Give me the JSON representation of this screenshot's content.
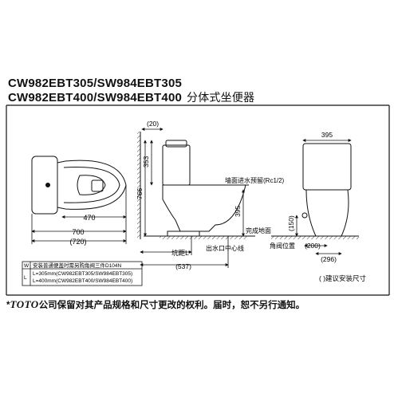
{
  "title": {
    "line1": "CW982EBT305/SW984EBT305",
    "line2_model": "CW982EBT400/SW984EBT400",
    "line2_name": "分体式坐便器"
  },
  "dims": {
    "top_20": "(20)",
    "tank_353": "353",
    "height_766": "766",
    "seat_470": "470",
    "bowl_700": "700",
    "bowl_720": "(720)",
    "rough_537": "(537)",
    "hole_395": "395",
    "side_395": "395",
    "valve_150": "(150)",
    "valve_200": "(200)",
    "base_296": "(296)"
  },
  "labels": {
    "wall_inlet": "墙面进水预留(Rc1/2)",
    "floor": "完成地面",
    "outlet_center": "出水口中心线",
    "rough_in": "坑距L",
    "valve_pos": "角阀位置"
  },
  "note_table": {
    "row1_key": "W",
    "row1_text": "安装普通便盖时需另购角阀三件D104N",
    "row2_key": "L",
    "row2_a": "L=305mm(CW982EBT305/SW984EBT305)",
    "row2_b": "L=400mm(CW982EBT400/SW984EBT400)"
  },
  "recommended": "(  )建议安装尺寸",
  "footer": {
    "star": "*",
    "brand": "TOTO",
    "text": "公司保留对其产品规格和尺寸更改的权利。届时，恕不另行通知。"
  },
  "colors": {
    "ink": "#111111",
    "hatch": "#444444"
  }
}
